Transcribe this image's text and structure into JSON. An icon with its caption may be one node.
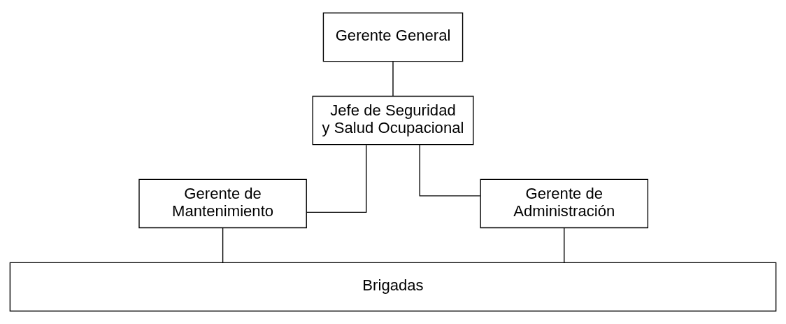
{
  "diagram": {
    "nodes": [
      {
        "text": [
          "Gerente General"
        ]
      },
      {
        "text": [
          "Jefe de Seguridad y Salud Ocupacional"
        ]
      },
      {
        "text": [
          "Gerente de Mantenimiento"
        ]
      },
      {
        "text": [
          "Gerente de Administración"
        ]
      },
      {
        "text": [
          "Brigadas"
        ]
      }
    ],
    "edges": [
      {
        "from": 0,
        "to": 1,
        "arrow": "none"
      },
      {
        "from": 1,
        "to": 2,
        "arrow": "none"
      },
      {
        "from": 1,
        "to": 3,
        "arrow": "none"
      },
      {
        "from": 2,
        "to": 4,
        "arrow": "none"
      },
      {
        "from": 3,
        "to": 4,
        "arrow": "none"
      }
    ]
  }
}
